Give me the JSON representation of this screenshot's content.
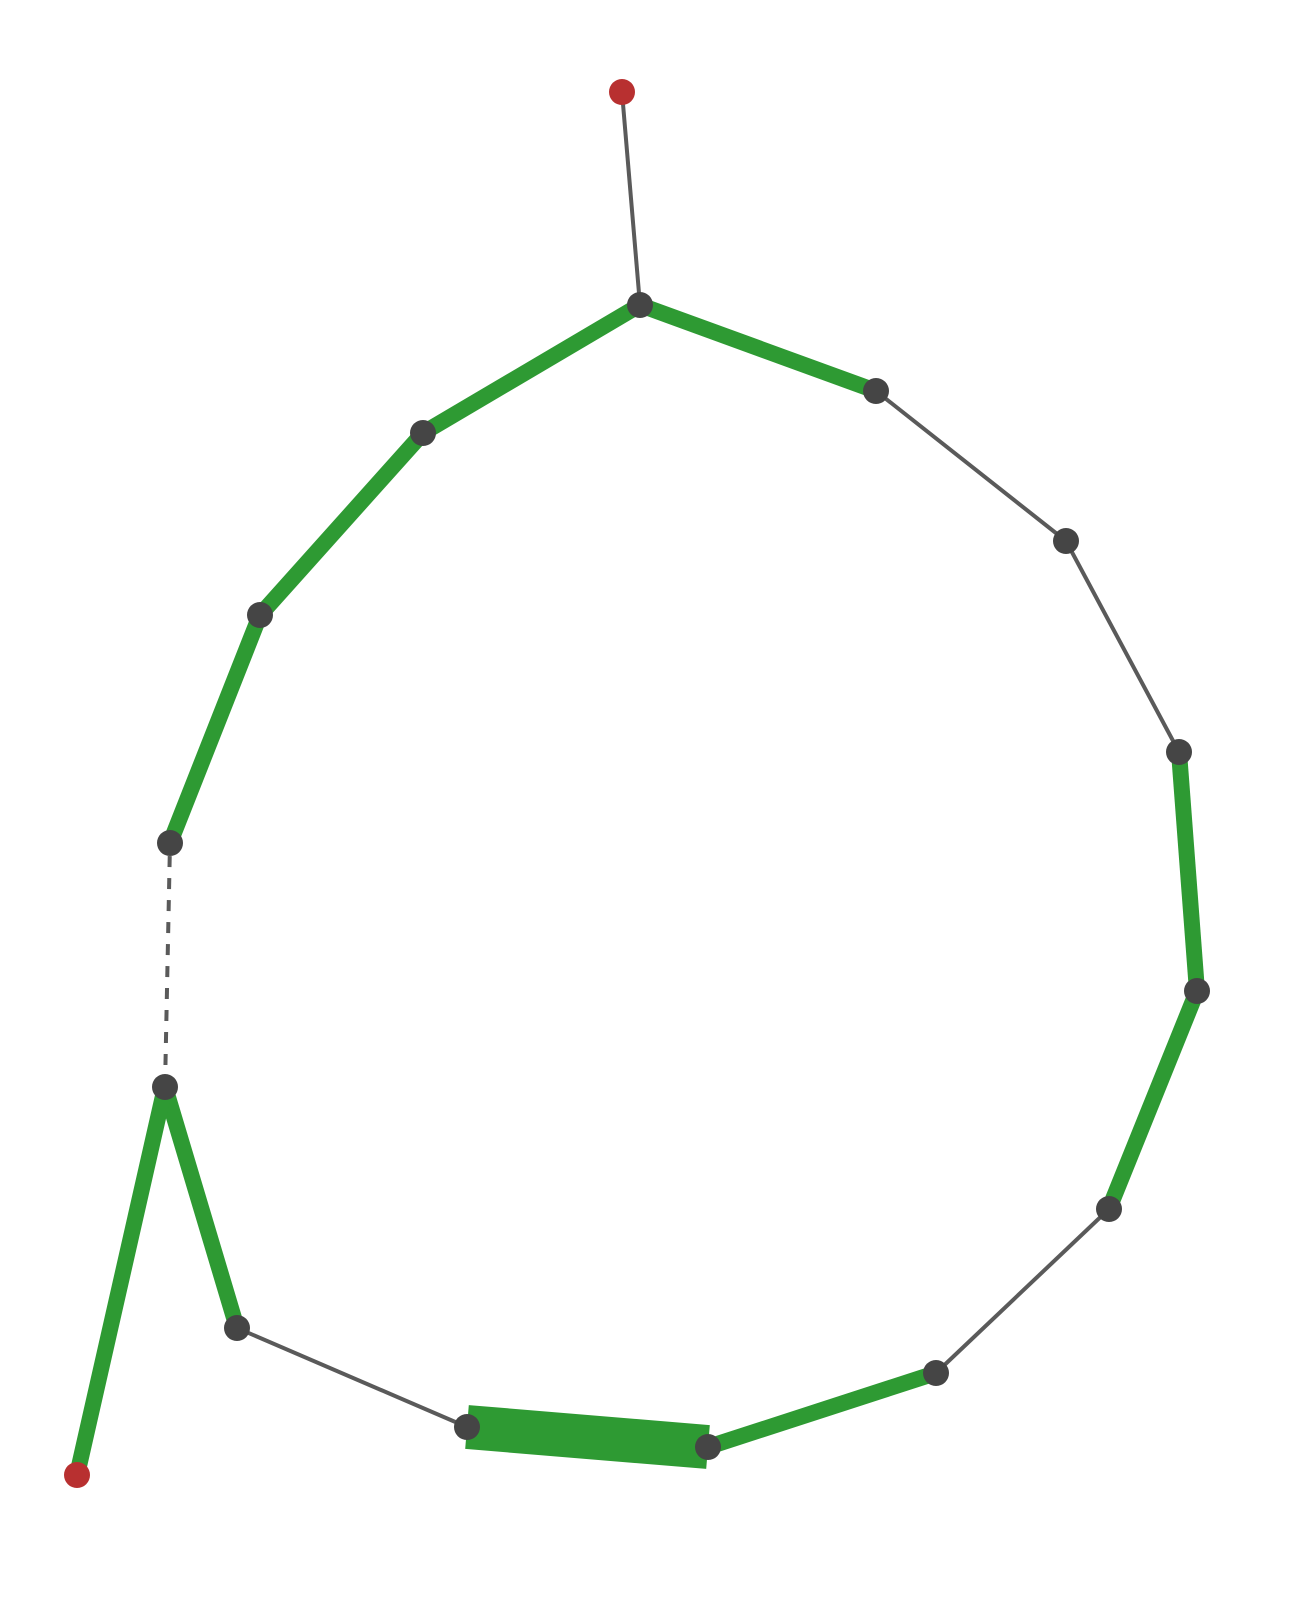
{
  "diagram": {
    "colors": {
      "background": "#ffffff",
      "node": "#454545",
      "terminal_node": "#b83030",
      "thin_edge": "#5a5a5a",
      "thick_edge": "#2e9a33"
    },
    "nodes": [
      {
        "id": "t1",
        "role": "terminal"
      },
      {
        "id": "n1",
        "role": "node"
      },
      {
        "id": "n2",
        "role": "node"
      },
      {
        "id": "n3",
        "role": "node"
      },
      {
        "id": "n4",
        "role": "node"
      },
      {
        "id": "n5",
        "role": "node"
      },
      {
        "id": "n6",
        "role": "node"
      },
      {
        "id": "n7",
        "role": "node"
      },
      {
        "id": "n8",
        "role": "node"
      },
      {
        "id": "n9",
        "role": "node"
      },
      {
        "id": "n10",
        "role": "node"
      },
      {
        "id": "n11",
        "role": "node"
      },
      {
        "id": "n12",
        "role": "node"
      },
      {
        "id": "n13",
        "role": "node"
      },
      {
        "id": "n14",
        "role": "node"
      },
      {
        "id": "n15",
        "role": "node"
      },
      {
        "id": "t2",
        "role": "terminal"
      }
    ],
    "edges": [
      {
        "from": "t1",
        "to": "n1",
        "style": "thin"
      },
      {
        "from": "n1",
        "to": "n2",
        "style": "thick"
      },
      {
        "from": "n2",
        "to": "n3",
        "style": "thin"
      },
      {
        "from": "n3",
        "to": "n4",
        "style": "thin"
      },
      {
        "from": "n4",
        "to": "n5",
        "style": "thick"
      },
      {
        "from": "n5",
        "to": "n6",
        "style": "thick"
      },
      {
        "from": "n6",
        "to": "n7",
        "style": "thin"
      },
      {
        "from": "n7",
        "to": "n8",
        "style": "thick"
      },
      {
        "from": "n8",
        "to": "n9",
        "style": "band"
      },
      {
        "from": "n9",
        "to": "n10",
        "style": "thin"
      },
      {
        "from": "n10",
        "to": "n11",
        "style": "thick"
      },
      {
        "from": "n11",
        "to": "t2",
        "style": "thick"
      },
      {
        "from": "n11",
        "to": "n12",
        "style": "dashed"
      },
      {
        "from": "n12",
        "to": "n13",
        "style": "thick"
      },
      {
        "from": "n13",
        "to": "n14",
        "style": "thick"
      },
      {
        "from": "n14",
        "to": "n15",
        "style": "thick"
      },
      {
        "from": "n15",
        "to": "n1",
        "style": "thick"
      }
    ]
  }
}
